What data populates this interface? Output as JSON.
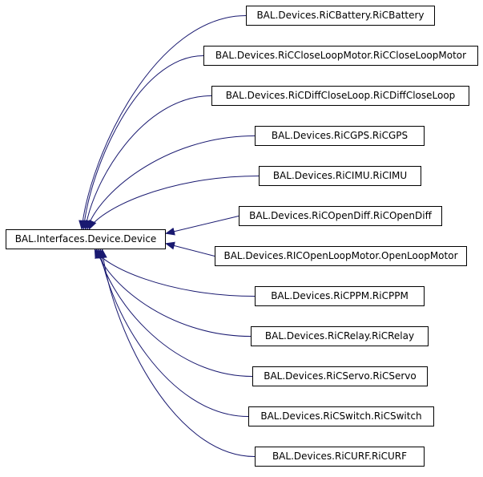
{
  "diagram": {
    "base_class": "BAL.Interfaces.Device.Device",
    "derived_classes": [
      "BAL.Devices.RiCBattery.RiCBattery",
      "BAL.Devices.RiCCloseLoopMotor.RiCCloseLoopMotor",
      "BAL.Devices.RiCDiffCloseLoop.RiCDiffCloseLoop",
      "BAL.Devices.RiCGPS.RiCGPS",
      "BAL.Devices.RiCIMU.RiCIMU",
      "BAL.Devices.RiCOpenDiff.RiCOpenDiff",
      "BAL.Devices.RICOpenLoopMotor.OpenLoopMotor",
      "BAL.Devices.RiCPPM.RiCPPM",
      "BAL.Devices.RiCRelay.RiCRelay",
      "BAL.Devices.RiCServo.RiCServo",
      "BAL.Devices.RiCSwitch.RiCSwitch",
      "BAL.Devices.RiCURF.RiCURF"
    ],
    "colors": {
      "edge": "#191970",
      "border": "#000000",
      "text": "#000000",
      "fill": "#ffffff"
    }
  }
}
